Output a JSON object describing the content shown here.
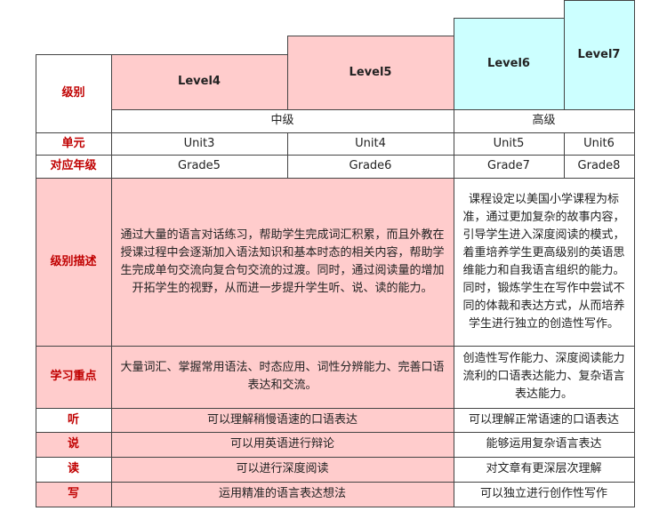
{
  "header": {
    "level_label": "级别",
    "levels": [
      "Level4",
      "Level5",
      "Level6",
      "Level7"
    ],
    "mid_group": "中级",
    "high_group": "高级"
  },
  "labels": {
    "unit": "单元",
    "grade": "对应年级",
    "desc": "级别描述",
    "focus": "学习重点",
    "listen": "听",
    "speak": "说",
    "read": "读",
    "write": "写"
  },
  "units": [
    "Unit3",
    "Unit4",
    "Unit5",
    "Unit6"
  ],
  "grades": [
    "Grade5",
    "Grade6",
    "Grade7",
    "Grade8"
  ],
  "mid": {
    "desc": "通过大量的语言对话练习，帮助学生完成词汇积累，而且外教在授课过程中会逐渐加入语法知识和基本时态的相关内容，帮助学生完成单句交流向复合句交流的过渡。同时，通过阅读量的增加开拓学生的视野，从而进一步提升学生听、说、读的能力。",
    "focus": "大量词汇、掌握常用语法、时态应用、词性分辨能力、完善口语表达和交流。",
    "listen": "可以理解稍慢语速的口语表达",
    "speak": "可以用英语进行辩论",
    "read": "可以进行深度阅读",
    "write": "运用精准的语言表达想法"
  },
  "high": {
    "desc": "课程设定以美国小学课程为标准，通过更加复杂的故事内容，引导学生进入深度阅读的模式，着重培养学生更高级别的英语思维能力和自我语言组织的能力。同时，锻炼学生在写作中尝试不同的体裁和表达方式，从而培养学生进行独立的创造性写作。",
    "focus": "创造性写作能力、深度阅读能力流利的口语表达能力、复杂语言表达能力。",
    "listen": "可以理解正常语速的口语表达",
    "speak": "能够运用复杂语言表达",
    "read": "对文章有更深层次理解",
    "write": "可以独立进行创作性写作"
  },
  "colors": {
    "mid": "#ffcccc",
    "high": "#ccffff",
    "label": "#c00000",
    "border": "#444444"
  }
}
